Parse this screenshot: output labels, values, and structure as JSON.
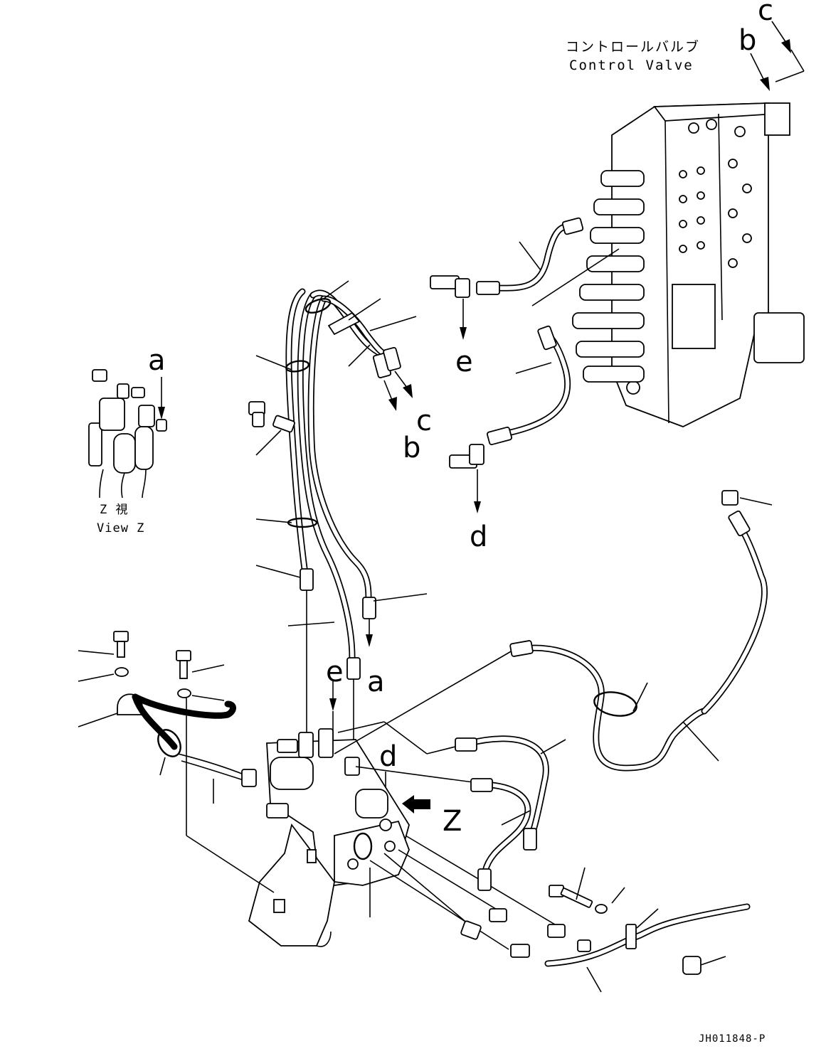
{
  "title": {
    "jp": "コントロールバルブ",
    "en": "Control Valve"
  },
  "view": {
    "jp": "Z  視",
    "en": "View Z"
  },
  "labels": {
    "a": "a",
    "b": "b",
    "c": "c",
    "d": "d",
    "e": "e",
    "z": "Z"
  },
  "drawing_number": "JH011848-P"
}
